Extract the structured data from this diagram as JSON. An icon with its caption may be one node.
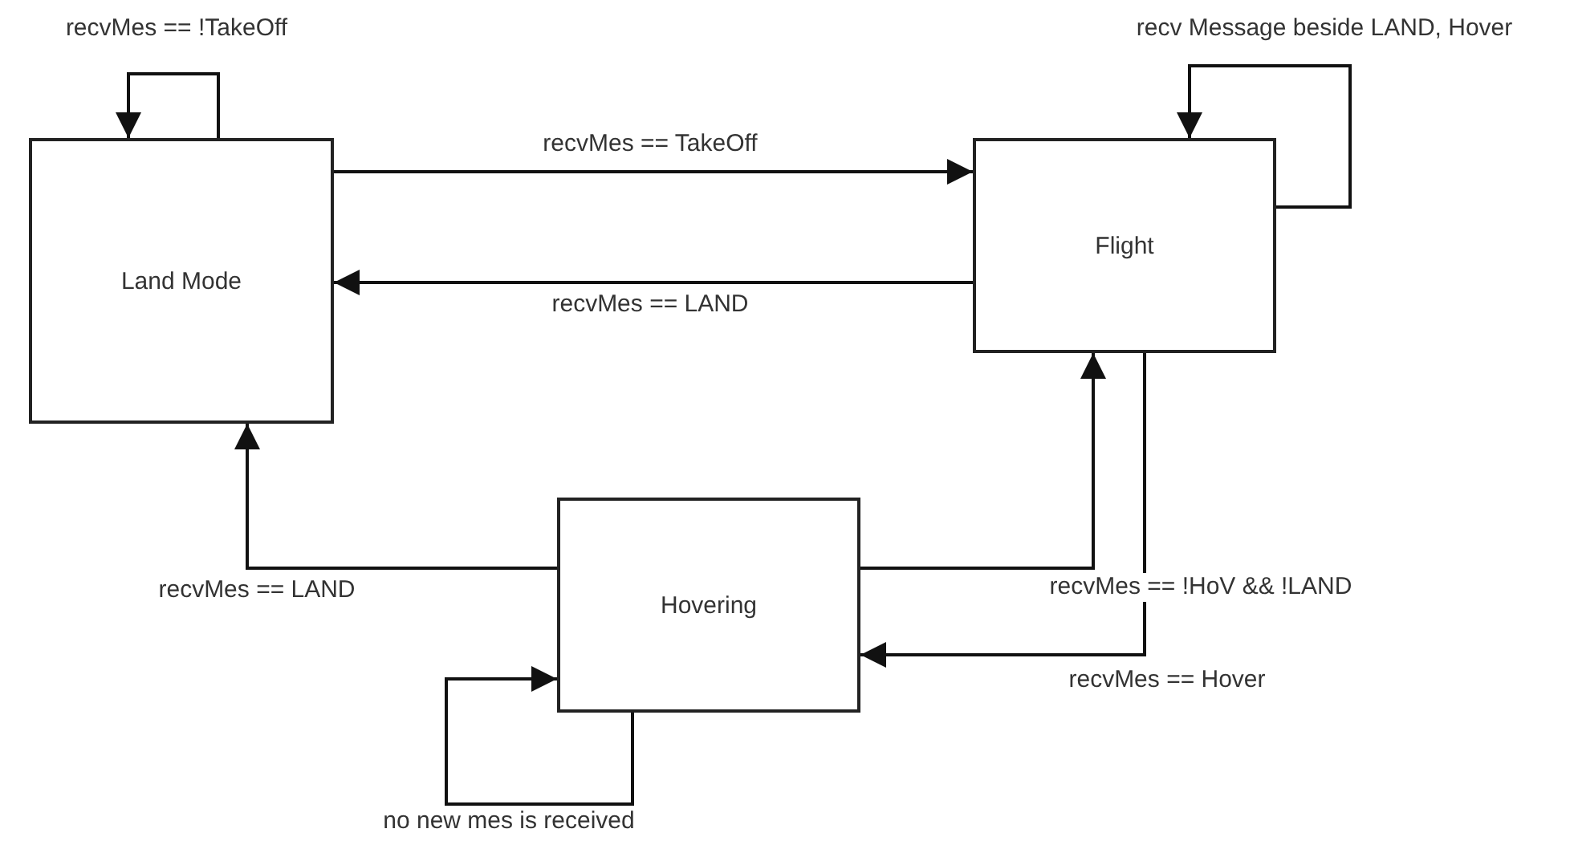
{
  "diagram": {
    "nodes": [
      {
        "text": [
          "Land Mode"
        ]
      },
      {
        "text": [
          "Flight"
        ]
      },
      {
        "text": [
          "Hovering"
        ]
      }
    ],
    "edges": [
      {
        "from": 0,
        "to": 0,
        "arrow": "to",
        "label": "recvMes == !TakeOff"
      },
      {
        "from": 0,
        "to": 1,
        "arrow": "to",
        "label": "recvMes == TakeOff"
      },
      {
        "from": 1,
        "to": 0,
        "arrow": "to",
        "label": "recvMes == LAND"
      },
      {
        "from": 1,
        "to": 1,
        "arrow": "to",
        "label": "recv Message beside LAND, Hover"
      },
      {
        "from": 2,
        "to": 0,
        "arrow": "to",
        "label": "recvMes == LAND"
      },
      {
        "from": 2,
        "to": 1,
        "arrow": "to",
        "label": "recvMes == !HoV && !LAND"
      },
      {
        "from": 1,
        "to": 2,
        "arrow": "to",
        "label": "recvMes == Hover"
      },
      {
        "from": 2,
        "to": 2,
        "arrow": "to",
        "label": "no new mes is received"
      }
    ]
  }
}
